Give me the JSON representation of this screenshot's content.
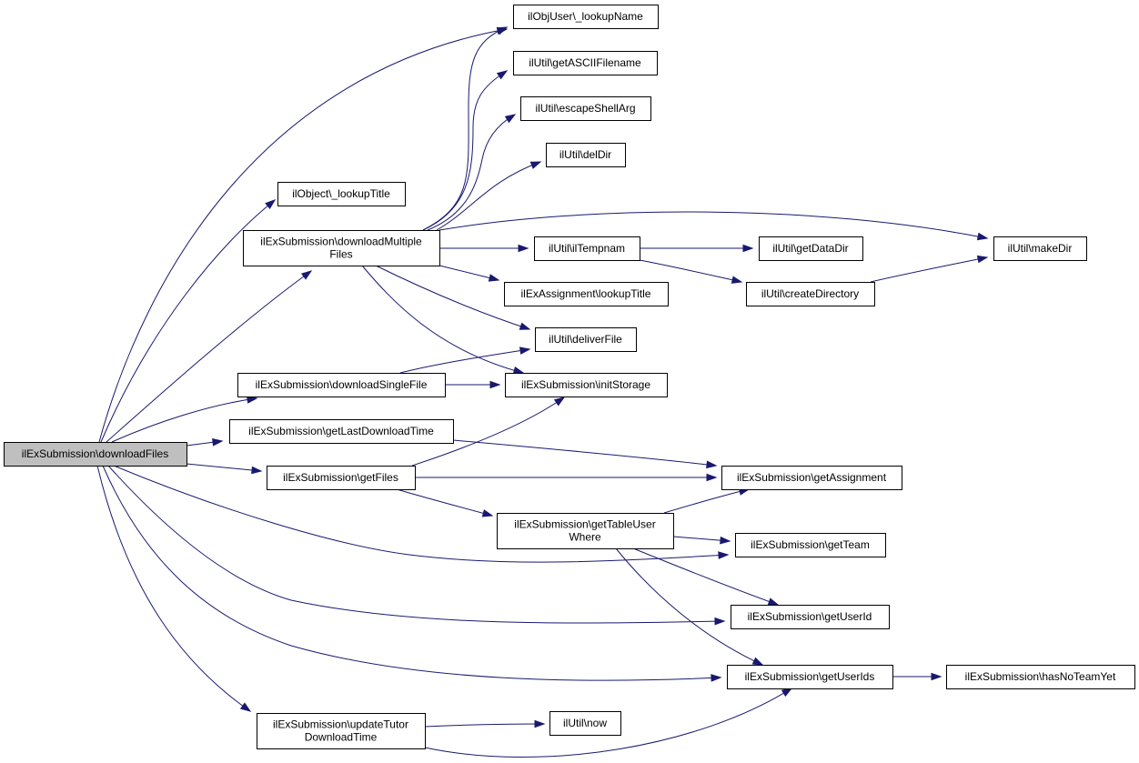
{
  "nodes": [
    {
      "id": "downloadFiles",
      "lines": [
        "ilExSubmission\\downloadFiles"
      ],
      "root": true
    },
    {
      "id": "lookupName",
      "lines": [
        "ilObjUser\\_lookupName"
      ]
    },
    {
      "id": "getASCIIFilename",
      "lines": [
        "ilUtil\\getASCIIFilename"
      ]
    },
    {
      "id": "escapeShellArg",
      "lines": [
        "ilUtil\\escapeShellArg"
      ]
    },
    {
      "id": "delDir",
      "lines": [
        "ilUtil\\delDir"
      ]
    },
    {
      "id": "lookupTitleObj",
      "lines": [
        "ilObject\\_lookupTitle"
      ]
    },
    {
      "id": "downloadMultipleFiles",
      "lines": [
        "ilExSubmission\\downloadMultiple",
        "Files"
      ]
    },
    {
      "id": "ilTempnam",
      "lines": [
        "ilUtil\\ilTempnam"
      ]
    },
    {
      "id": "getDataDir",
      "lines": [
        "ilUtil\\getDataDir"
      ]
    },
    {
      "id": "makeDir",
      "lines": [
        "ilUtil\\makeDir"
      ]
    },
    {
      "id": "lookupTitleAss",
      "lines": [
        "ilExAssignment\\lookupTitle"
      ]
    },
    {
      "id": "createDirectory",
      "lines": [
        "ilUtil\\createDirectory"
      ]
    },
    {
      "id": "deliverFile",
      "lines": [
        "ilUtil\\deliverFile"
      ]
    },
    {
      "id": "downloadSingleFile",
      "lines": [
        "ilExSubmission\\downloadSingleFile"
      ]
    },
    {
      "id": "initStorage",
      "lines": [
        "ilExSubmission\\initStorage"
      ]
    },
    {
      "id": "getLastDownloadTime",
      "lines": [
        "ilExSubmission\\getLastDownloadTime"
      ]
    },
    {
      "id": "getFiles",
      "lines": [
        "ilExSubmission\\getFiles"
      ]
    },
    {
      "id": "getAssignment",
      "lines": [
        "ilExSubmission\\getAssignment"
      ]
    },
    {
      "id": "getTableUserWhere",
      "lines": [
        "ilExSubmission\\getTableUser",
        "Where"
      ]
    },
    {
      "id": "getTeam",
      "lines": [
        "ilExSubmission\\getTeam"
      ]
    },
    {
      "id": "getUserId",
      "lines": [
        "ilExSubmission\\getUserId"
      ]
    },
    {
      "id": "getUserIds",
      "lines": [
        "ilExSubmission\\getUserIds"
      ]
    },
    {
      "id": "hasNoTeamYet",
      "lines": [
        "ilExSubmission\\hasNoTeamYet"
      ]
    },
    {
      "id": "updateTutorDownloadTime",
      "lines": [
        "ilExSubmission\\updateTutor",
        "DownloadTime"
      ]
    },
    {
      "id": "now",
      "lines": [
        "ilUtil\\now"
      ]
    }
  ],
  "edges": [
    {
      "from": "downloadFiles",
      "to": "lookupName"
    },
    {
      "from": "downloadFiles",
      "to": "lookupTitleObj"
    },
    {
      "from": "downloadFiles",
      "to": "downloadMultipleFiles"
    },
    {
      "from": "downloadFiles",
      "to": "downloadSingleFile"
    },
    {
      "from": "downloadFiles",
      "to": "getLastDownloadTime"
    },
    {
      "from": "downloadFiles",
      "to": "getFiles"
    },
    {
      "from": "downloadFiles",
      "to": "getTeam"
    },
    {
      "from": "downloadFiles",
      "to": "getUserId"
    },
    {
      "from": "downloadFiles",
      "to": "getUserIds"
    },
    {
      "from": "downloadFiles",
      "to": "updateTutorDownloadTime"
    },
    {
      "from": "downloadMultipleFiles",
      "to": "lookupName"
    },
    {
      "from": "downloadMultipleFiles",
      "to": "getASCIIFilename"
    },
    {
      "from": "downloadMultipleFiles",
      "to": "escapeShellArg"
    },
    {
      "from": "downloadMultipleFiles",
      "to": "delDir"
    },
    {
      "from": "downloadMultipleFiles",
      "to": "makeDir"
    },
    {
      "from": "downloadMultipleFiles",
      "to": "ilTempnam"
    },
    {
      "from": "downloadMultipleFiles",
      "to": "lookupTitleAss"
    },
    {
      "from": "downloadMultipleFiles",
      "to": "deliverFile"
    },
    {
      "from": "downloadMultipleFiles",
      "to": "initStorage"
    },
    {
      "from": "ilTempnam",
      "to": "getDataDir"
    },
    {
      "from": "ilTempnam",
      "to": "createDirectory"
    },
    {
      "from": "createDirectory",
      "to": "makeDir"
    },
    {
      "from": "downloadSingleFile",
      "to": "deliverFile"
    },
    {
      "from": "downloadSingleFile",
      "to": "initStorage"
    },
    {
      "from": "getLastDownloadTime",
      "to": "getAssignment"
    },
    {
      "from": "getFiles",
      "to": "initStorage"
    },
    {
      "from": "getFiles",
      "to": "getAssignment"
    },
    {
      "from": "getFiles",
      "to": "getTableUserWhere"
    },
    {
      "from": "getTableUserWhere",
      "to": "getAssignment"
    },
    {
      "from": "getTableUserWhere",
      "to": "getTeam"
    },
    {
      "from": "getTableUserWhere",
      "to": "getUserId"
    },
    {
      "from": "getTableUserWhere",
      "to": "getUserIds"
    },
    {
      "from": "getUserIds",
      "to": "hasNoTeamYet"
    },
    {
      "from": "updateTutorDownloadTime",
      "to": "now"
    },
    {
      "from": "updateTutorDownloadTime",
      "to": "getUserIds"
    }
  ]
}
